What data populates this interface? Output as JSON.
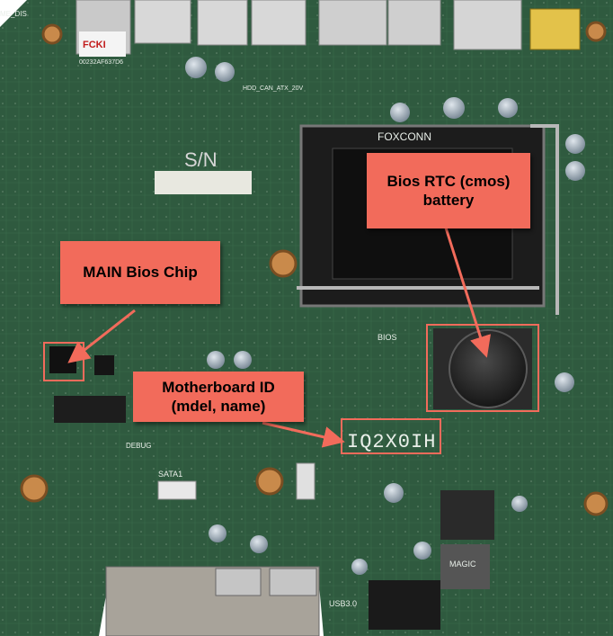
{
  "colors": {
    "pcb": "#2f5a3f",
    "callout": "#f26b5b",
    "callout_text": "#000000",
    "arrow": "#f26b5b",
    "highlight_box": "#f26b5b"
  },
  "callouts": {
    "bios_rtc": {
      "line1": "Bios RTC (cmos)",
      "line2": "battery"
    },
    "main_bios": {
      "label": "MAIN Bios Chip"
    },
    "motherboard_id": {
      "line1": "Motherboard ID",
      "line2": "(mdel, name)"
    }
  },
  "board_text": {
    "id_code": "IQ2X0IH",
    "sn": "S/N",
    "foxconn": "FOXCONN",
    "bios_label": "BIOS",
    "sata": "SATA1",
    "usb30": "USB3.0",
    "magic": "MAGIC",
    "debug": "DEBUG",
    "fck": "FCKI",
    "serial": "00232AF637D6",
    "hdd": "HDD_CAN_ATX_20V",
    "mac": "ME_DIS"
  },
  "icons": {
    "arrow_bios_chip": "arrow-icon",
    "arrow_battery": "arrow-icon",
    "arrow_id": "arrow-icon"
  }
}
